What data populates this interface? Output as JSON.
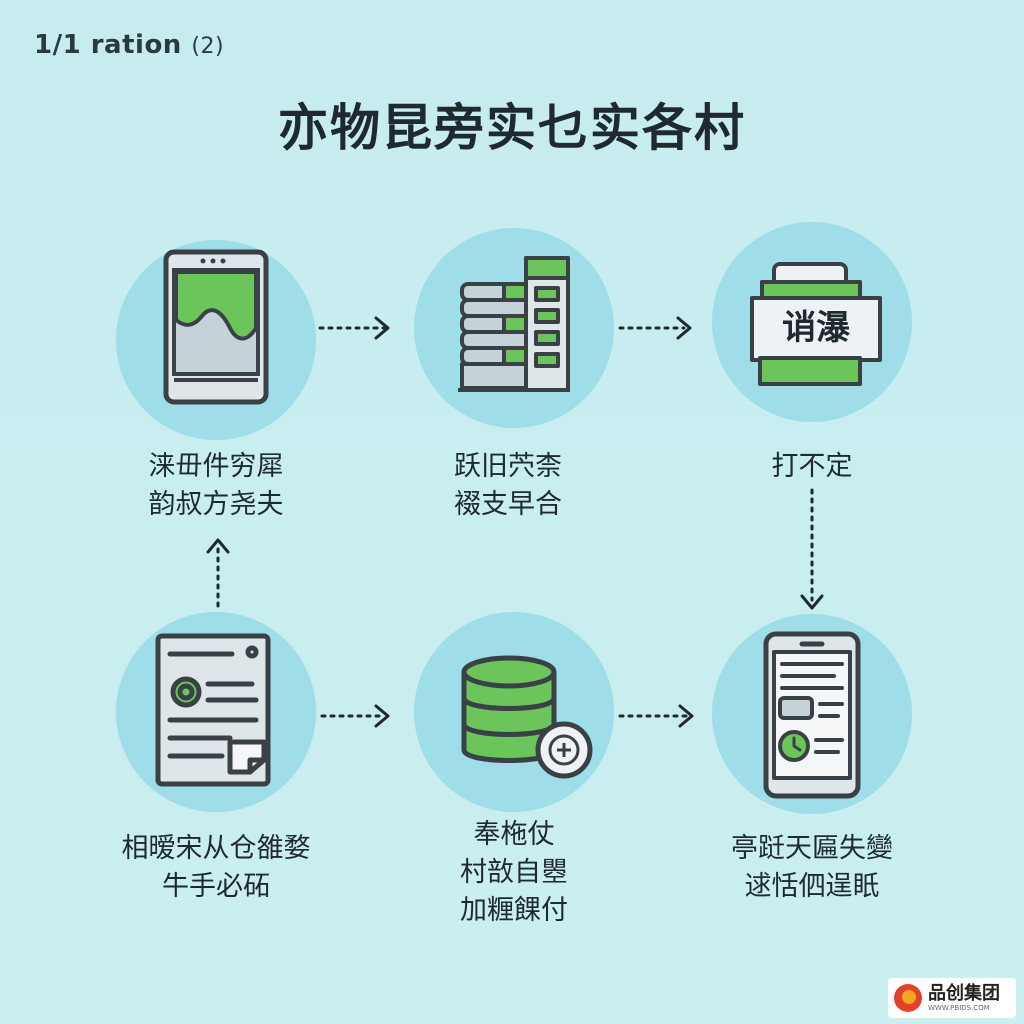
{
  "header": {
    "corner_label": "1/1 ration",
    "corner_paren": "(2)",
    "title": "亦物昆旁实乜实各村"
  },
  "steps": [
    {
      "id": "step-1",
      "icon": "tablet-chart-icon",
      "lines": [
        "涞毌件穷犀",
        "韵叔方尧夫"
      ]
    },
    {
      "id": "step-2",
      "icon": "server-building-icon",
      "lines": [
        "跃旧茓柰",
        "裰支早合"
      ]
    },
    {
      "id": "step-3",
      "icon": "sign-board-icon",
      "sign_text": "诮瀑",
      "lines": [
        "打不定"
      ]
    },
    {
      "id": "step-4",
      "icon": "document-checklist-icon",
      "lines": [
        "相暧宋从仓雒婺",
        "牛手必砳"
      ]
    },
    {
      "id": "step-5",
      "icon": "database-add-icon",
      "lines": [
        "奉柂仗",
        "村敨自瞾",
        "加糎餜付"
      ]
    },
    {
      "id": "step-6",
      "icon": "mobile-app-icon",
      "lines": [
        "亭跹天匾失變",
        "逑恬伵逞眂"
      ]
    }
  ],
  "logo": {
    "text": "品创集团",
    "url": "WWW.PBIDS.COM"
  },
  "colors": {
    "background": "#c8edf0",
    "circle": "#9fdde8",
    "accent_green": "#6cc55a",
    "icon_stroke": "#3a4146",
    "icon_fill": "#c5d3d8"
  }
}
